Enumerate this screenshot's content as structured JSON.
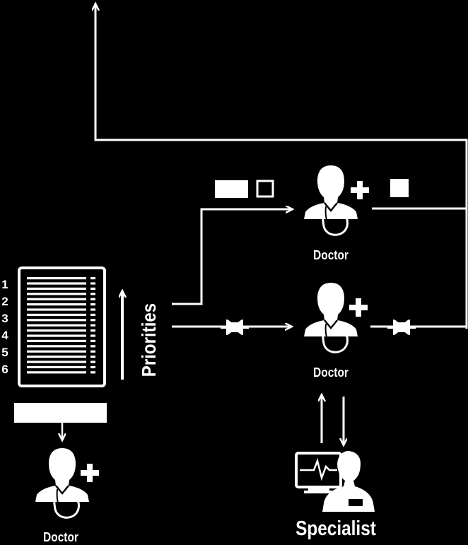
{
  "doctor_label": "Doctor",
  "specialist_label": "Specialist",
  "priorities_label": "Priorities",
  "priority_numbers": [
    "1",
    "2",
    "3",
    "4",
    "5",
    "6"
  ],
  "colors": {
    "background": "#000000",
    "foreground": "#ffffff"
  }
}
